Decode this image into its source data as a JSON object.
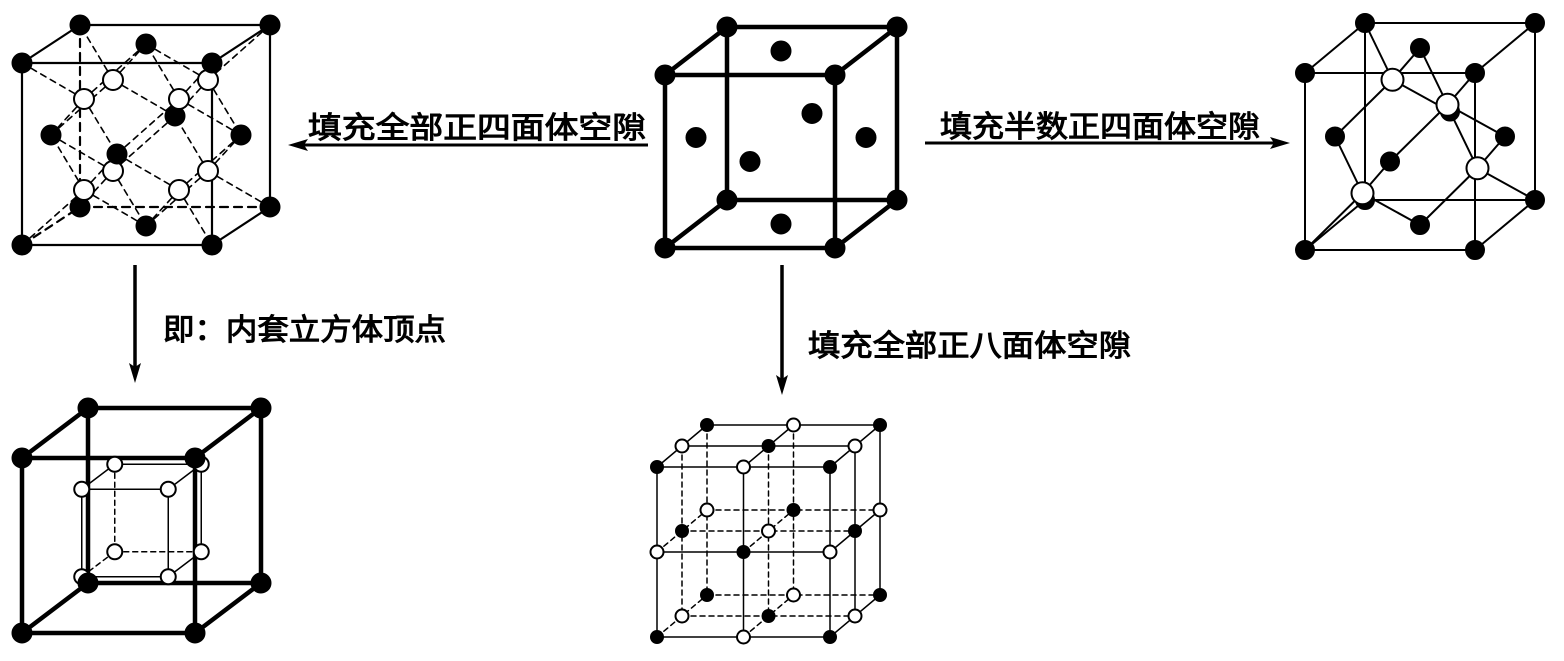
{
  "labels": {
    "tetra_all": "填充全部正四面体空隙",
    "tetra_half": "填充半数正四面体空隙",
    "inner_cube": "即：内套立方体顶点",
    "octa_all": "填充全部正八面体空隙"
  },
  "colors": {
    "background": "#ffffff",
    "line": "#000000",
    "atom_filled": "#000000",
    "atom_open": "#ffffff"
  }
}
